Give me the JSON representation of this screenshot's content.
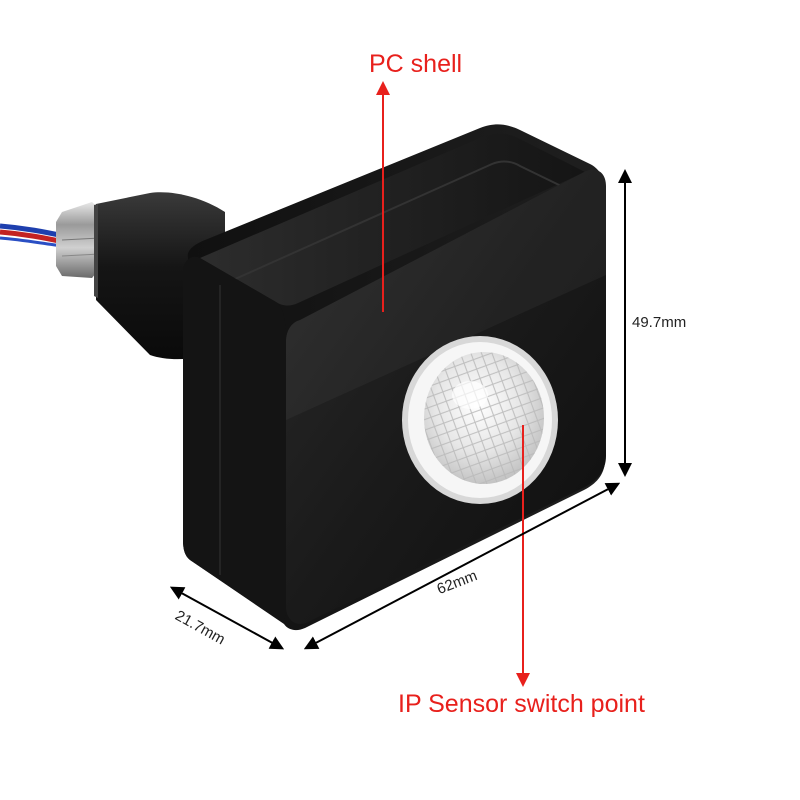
{
  "annotations": {
    "pc_shell": "PC shell",
    "ip_sensor": "IP Sensor switch point",
    "height": "49.7mm",
    "width": "62mm",
    "depth": "21.7mm"
  },
  "colors": {
    "annotation_red": "#e8201c",
    "dimension_text": "#222222",
    "housing": "#1b1b1b",
    "lens": "#f2f2f2"
  },
  "icons": {
    "sensor_lens": "fresnel-dome-icon",
    "cable": "wire-cable-icon"
  }
}
